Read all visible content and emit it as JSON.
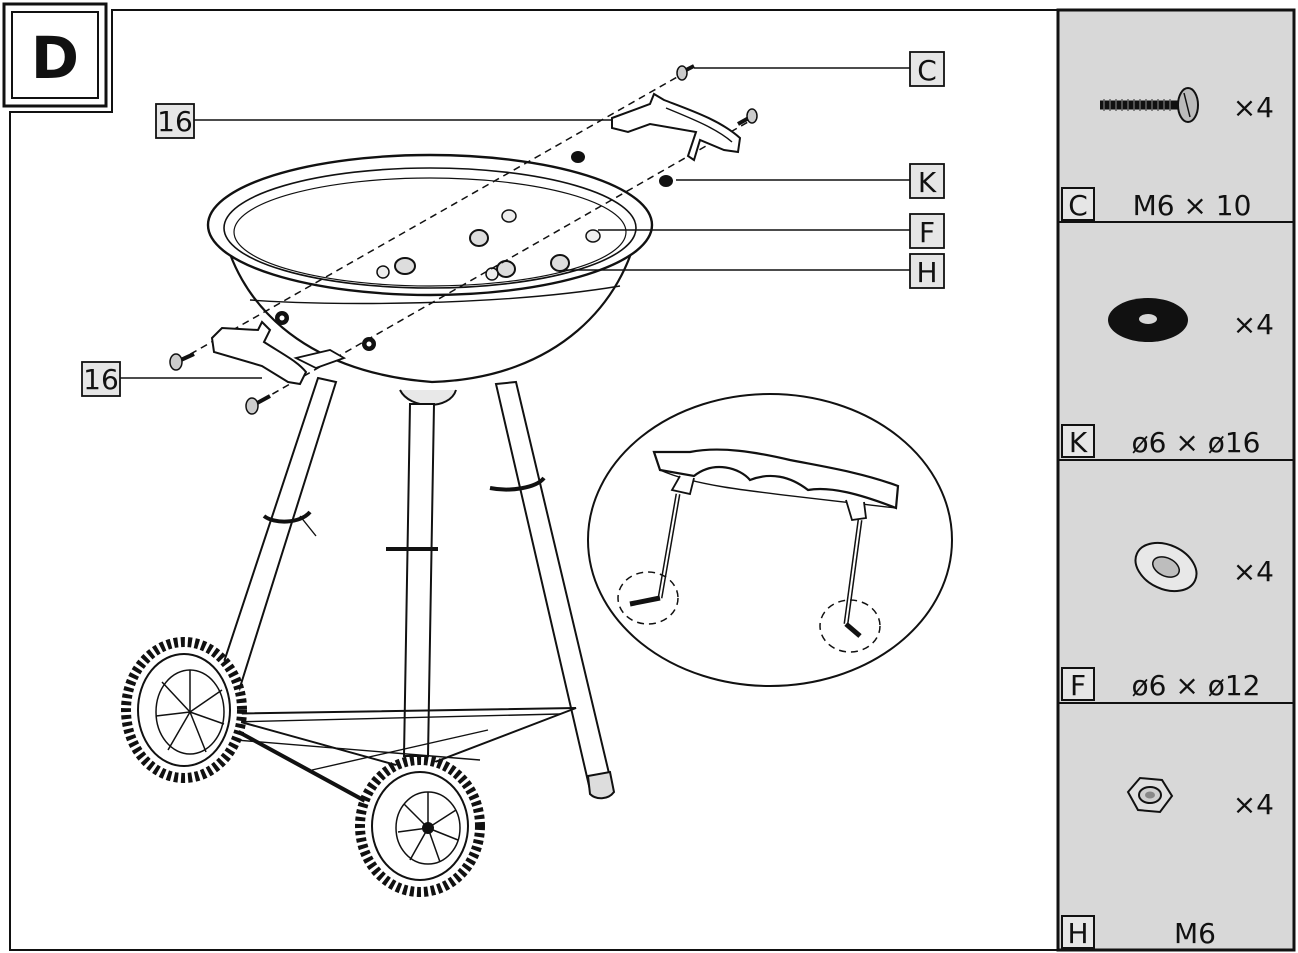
{
  "step": {
    "letter": "D"
  },
  "callouts": [
    {
      "id": "c",
      "label": "C"
    },
    {
      "id": "16a",
      "label": "16"
    },
    {
      "id": "k",
      "label": "K"
    },
    {
      "id": "f",
      "label": "F"
    },
    {
      "id": "h",
      "label": "H"
    },
    {
      "id": "16b",
      "label": "16"
    }
  ],
  "parts": [
    {
      "letter": "C",
      "spec": "M6 × 10",
      "qty": "×4",
      "icon": "screw-icon"
    },
    {
      "letter": "K",
      "spec": "ø6 × ø16",
      "qty": "×4",
      "icon": "large-washer-icon"
    },
    {
      "letter": "F",
      "spec": "ø6 × ø12",
      "qty": "×4",
      "icon": "washer-icon"
    },
    {
      "letter": "H",
      "spec": "M6",
      "qty": "×4",
      "icon": "hex-nut-icon"
    }
  ],
  "colors": {
    "panel_bg": "#d8d8d8",
    "line": "#111111",
    "label_bg": "#e6e6e6"
  }
}
